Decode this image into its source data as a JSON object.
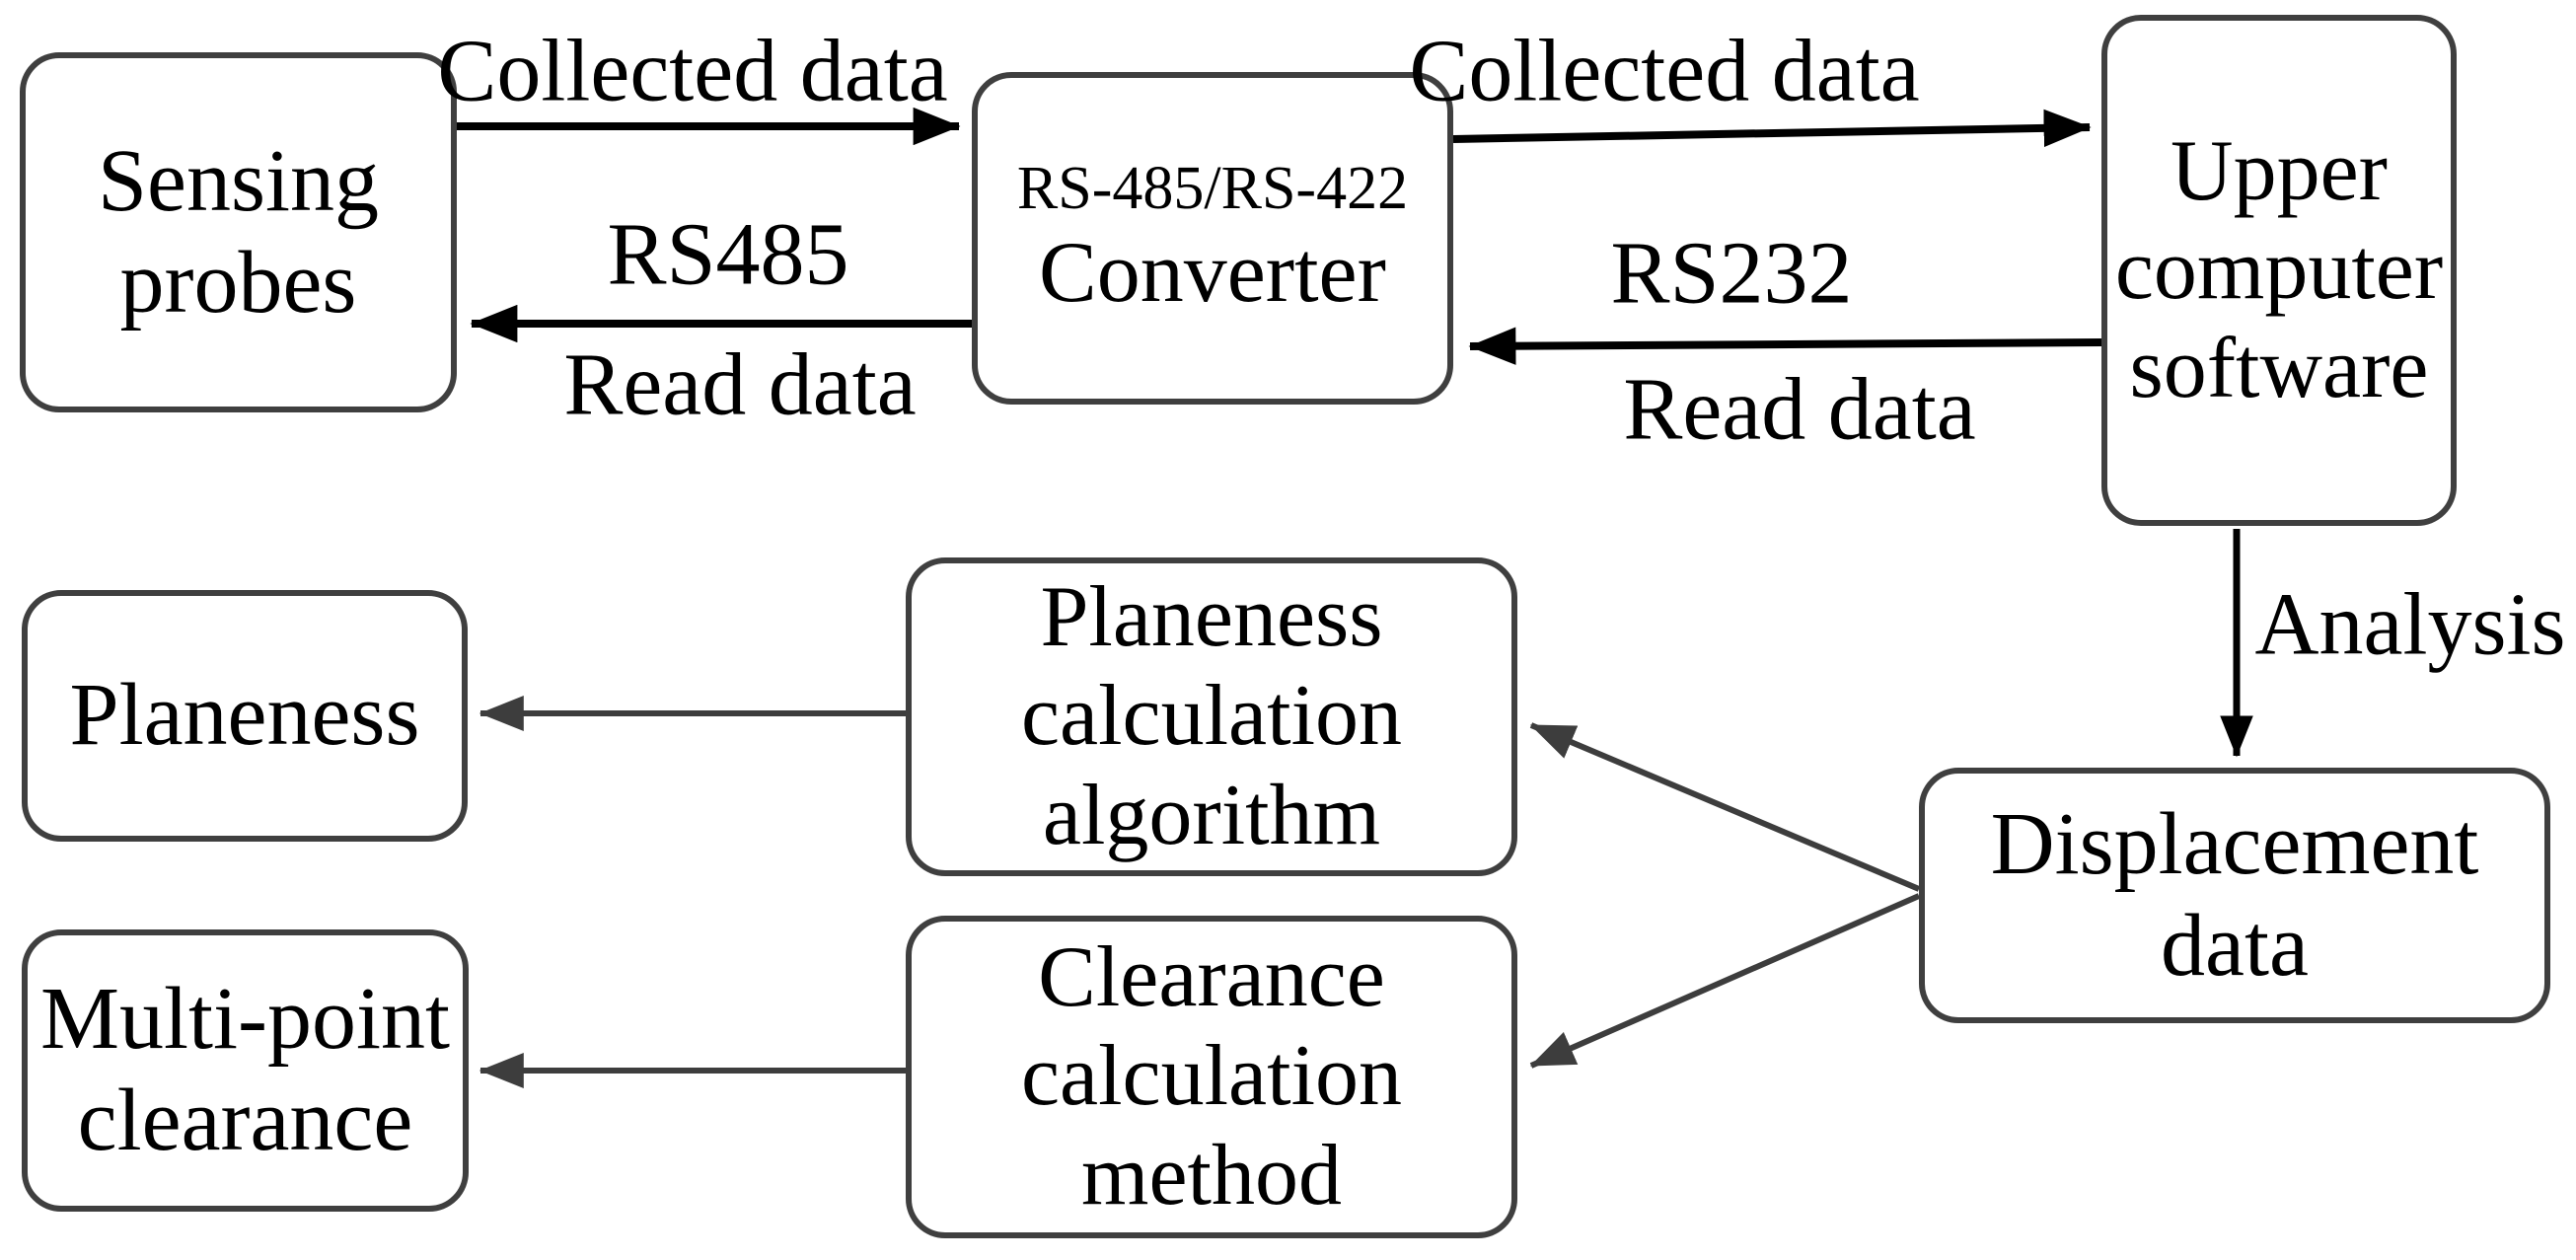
{
  "boxes": {
    "sensing": {
      "line1": "Sensing",
      "line2": "probes"
    },
    "converter": {
      "line1": "RS-485/RS-422",
      "line2": "Converter"
    },
    "upper_computer": {
      "line1": "Upper",
      "line2": "computer",
      "line3": "software"
    },
    "displacement": {
      "line1": "Displacement",
      "line2": "data"
    },
    "planeness_calc": {
      "line1": "Planeness",
      "line2": "calculation",
      "line3": "algorithm"
    },
    "clearance_calc": {
      "line1": "Clearance",
      "line2": "calculation",
      "line3": "method"
    },
    "planeness": {
      "line1": "Planeness"
    },
    "multipoint": {
      "line1": "Multi-point",
      "line2": "clearance"
    }
  },
  "edge_labels": {
    "collected_data_1": "Collected data",
    "rs485": "RS485",
    "read_data_1": "Read data",
    "collected_data_2": "Collected data",
    "rs232": "RS232",
    "read_data_2": "Read data",
    "analysis": "Analysis"
  },
  "colors": {
    "background": "#ffffff",
    "box_border": "#3f3f3f",
    "text": "#000000",
    "arrow_primary": "#000000",
    "arrow_secondary": "#3d3d3d"
  }
}
